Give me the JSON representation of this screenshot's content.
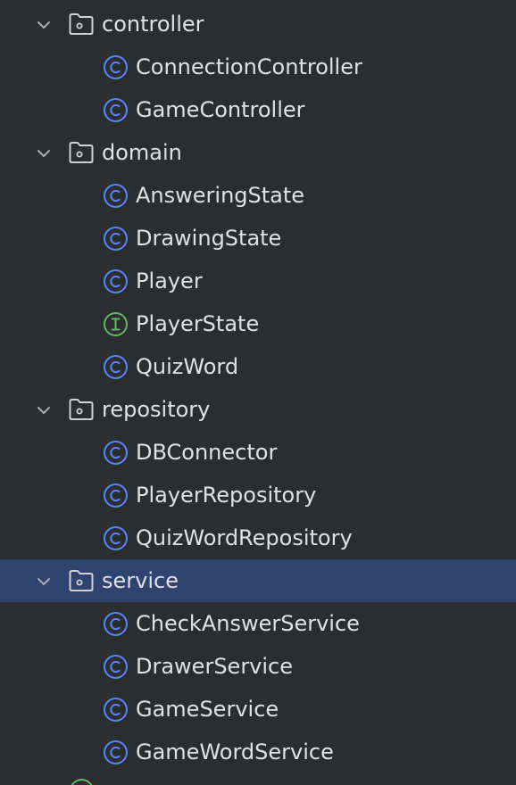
{
  "colors": {
    "background": "#2b2d30",
    "selected_row": "#2e436e",
    "text": "#dfe1e5",
    "class_icon": "#548af7",
    "interface_icon": "#5fb865",
    "chevron": "#a8abb2"
  },
  "tree": [
    {
      "label": "controller",
      "icon": "folder-icon",
      "expanded": true,
      "selected": false,
      "children": [
        {
          "label": "ConnectionController",
          "kind": "class"
        },
        {
          "label": "GameController",
          "kind": "class"
        }
      ]
    },
    {
      "label": "domain",
      "icon": "folder-icon",
      "expanded": true,
      "selected": false,
      "children": [
        {
          "label": "AnsweringState",
          "kind": "class"
        },
        {
          "label": "DrawingState",
          "kind": "class"
        },
        {
          "label": "Player",
          "kind": "class"
        },
        {
          "label": "PlayerState",
          "kind": "interface"
        },
        {
          "label": "QuizWord",
          "kind": "class"
        }
      ]
    },
    {
      "label": "repository",
      "icon": "folder-icon",
      "expanded": true,
      "selected": false,
      "children": [
        {
          "label": "DBConnector",
          "kind": "class"
        },
        {
          "label": "PlayerRepository",
          "kind": "class"
        },
        {
          "label": "QuizWordRepository",
          "kind": "class"
        }
      ]
    },
    {
      "label": "service",
      "icon": "folder-icon",
      "expanded": true,
      "selected": true,
      "children": [
        {
          "label": "CheckAnswerService",
          "kind": "class"
        },
        {
          "label": "DrawerService",
          "kind": "class"
        },
        {
          "label": "GameService",
          "kind": "class"
        },
        {
          "label": "GameWordService",
          "kind": "class"
        }
      ]
    }
  ]
}
